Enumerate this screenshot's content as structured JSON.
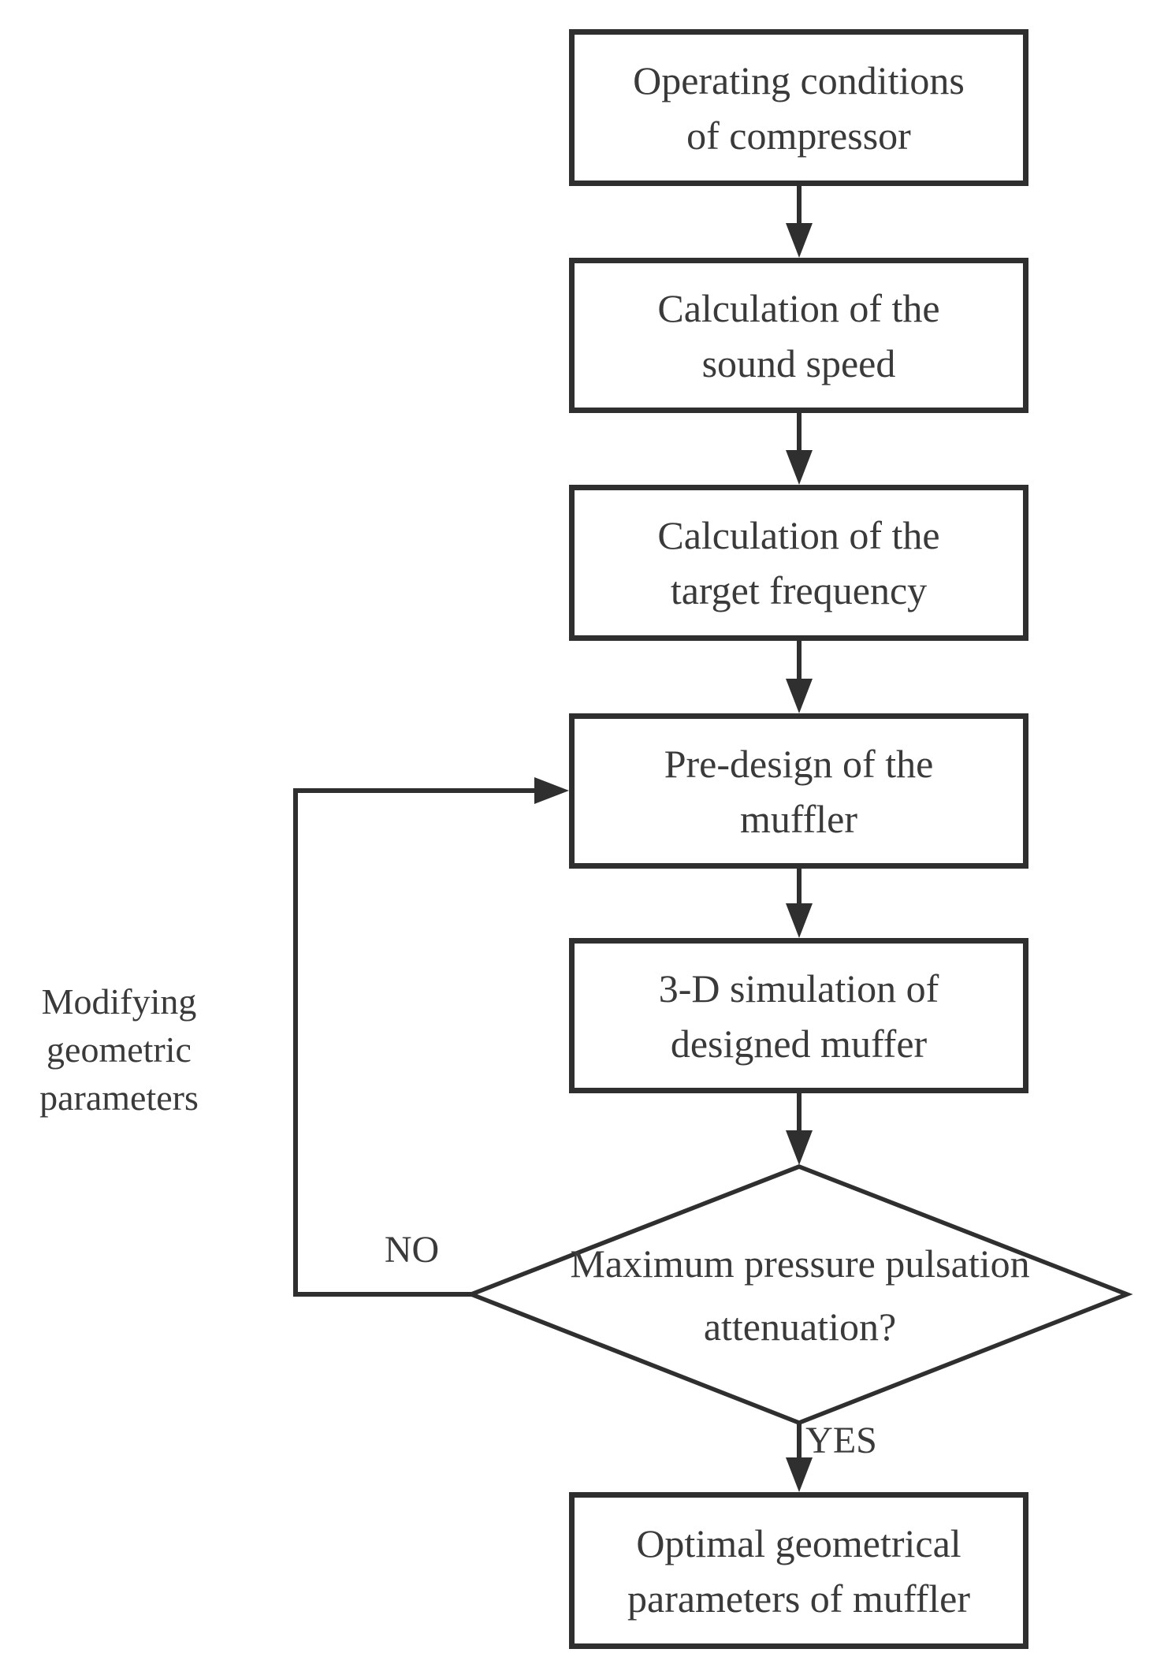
{
  "figure": {
    "type": "flowchart",
    "colors": {
      "line": "#2f2f2f",
      "text": "#3a3a3a",
      "bg": "#ffffff"
    },
    "nodes": [
      {
        "id": "operating-conditions",
        "shape": "rect",
        "label": "Operating conditions\nof compressor"
      },
      {
        "id": "sound-speed",
        "shape": "rect",
        "label": "Calculation of the\nsound speed"
      },
      {
        "id": "target-frequency",
        "shape": "rect",
        "label": "Calculation of the\ntarget frequency"
      },
      {
        "id": "pre-design",
        "shape": "rect",
        "label": "Pre-design of the\nmuffler"
      },
      {
        "id": "simulation",
        "shape": "rect",
        "label": "3-D simulation of\ndesigned muffer"
      },
      {
        "id": "decision",
        "shape": "diamond",
        "label": "Maximum pressure pulsation\nattenuation?"
      },
      {
        "id": "optimal-parameters",
        "shape": "rect",
        "label": "Optimal geometrical\nparameters of muffler"
      }
    ],
    "edge_labels": {
      "no": "NO",
      "yes": "YES"
    },
    "side_note": "Modifying\ngeometric\nparameters"
  }
}
